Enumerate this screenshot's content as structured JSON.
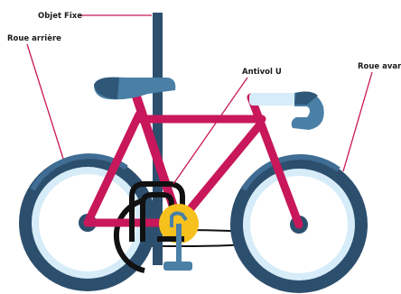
{
  "labels": {
    "fixed_object": "Objet Fixe",
    "rear_wheel": "Roue arrière",
    "u_lock": "Antivol U",
    "front_wheel": "Roue avant"
  },
  "colors": {
    "frame": "#c8175a",
    "tire": "#2d4f6e",
    "tire_highlight": "#3f6d94",
    "rim": "#d6ecf8",
    "hub": "#2d4f6e",
    "saddle": "#4a7fa6",
    "saddle_dark": "#2f5778",
    "handlebar": "#4a7fa6",
    "handlebar_light": "#d6ecf8",
    "post": "#2d4f6e",
    "lock_shackle": "#111111",
    "lock_body": "#f6c11d",
    "callout_line": "#c8175a"
  },
  "icons": {
    "bicycle": "bicycle-icon",
    "lock": "u-lock-icon",
    "post": "fixed-post-icon"
  }
}
